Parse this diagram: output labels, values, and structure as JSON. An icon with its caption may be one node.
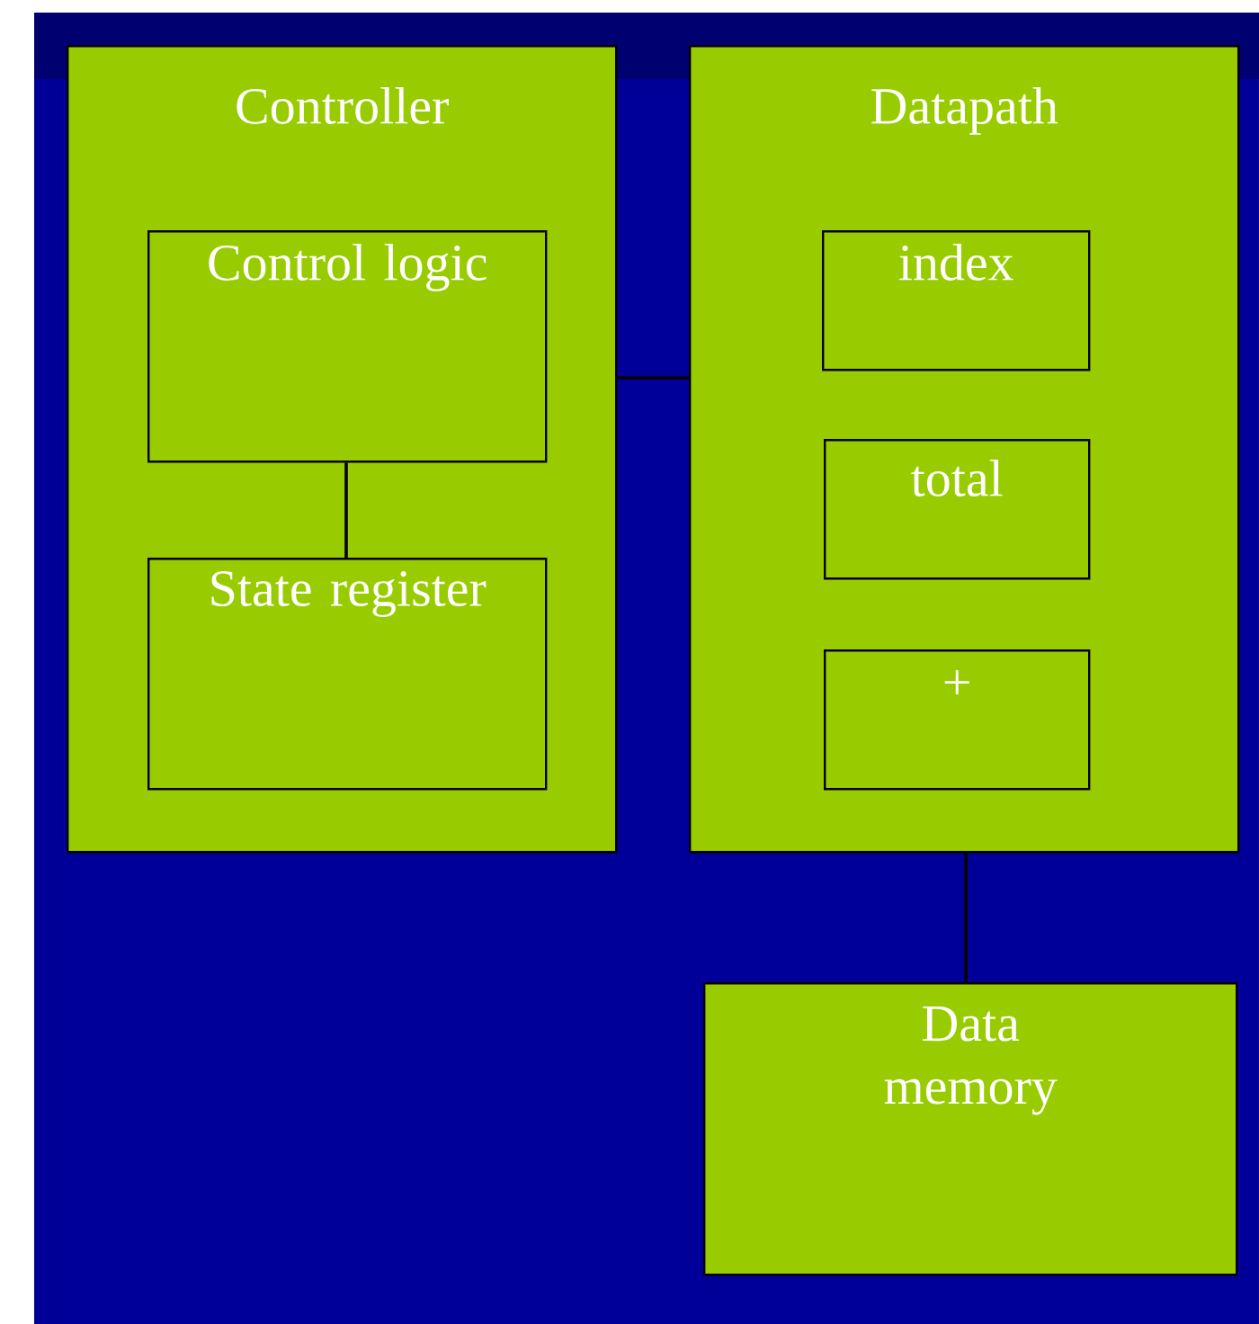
{
  "diagram": {
    "nodes": [
      {
        "text": [
          "Controller"
        ]
      },
      {
        "text": [
          "Control logic"
        ],
        "in": 0
      },
      {
        "text": [
          "State register"
        ],
        "in": 0
      },
      {
        "text": [
          "Datapath"
        ]
      },
      {
        "text": [
          "index"
        ],
        "in": 3
      },
      {
        "text": [
          "total"
        ],
        "in": 3
      },
      {
        "text": [
          "+"
        ],
        "in": 3
      },
      {
        "text": [
          "Data memory"
        ]
      }
    ],
    "edges": [
      {
        "from": 0,
        "to": 3,
        "arrow": "none"
      },
      {
        "from": 1,
        "to": 2,
        "arrow": "none"
      },
      {
        "from": 3,
        "to": 7,
        "arrow": "none"
      }
    ]
  }
}
